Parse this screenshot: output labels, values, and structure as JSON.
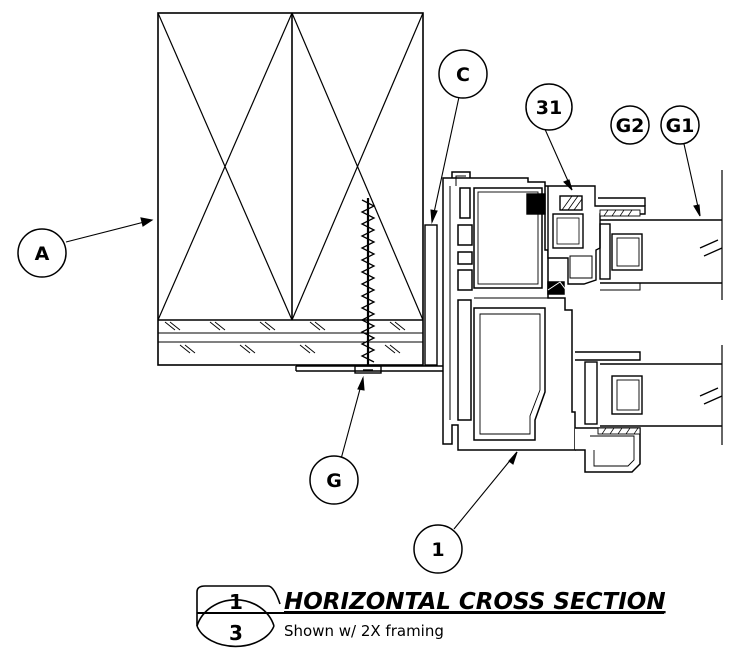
{
  "callouts": {
    "a": "A",
    "c": "C",
    "g": "G",
    "g1": "G1",
    "g2": "G2",
    "c31": "31",
    "one": "1"
  },
  "title_block": {
    "detail_number": "1",
    "sheet_number": "3",
    "title": "HORIZONTAL CROSS SECTION",
    "subtitle": "Shown w/ 2X framing"
  }
}
